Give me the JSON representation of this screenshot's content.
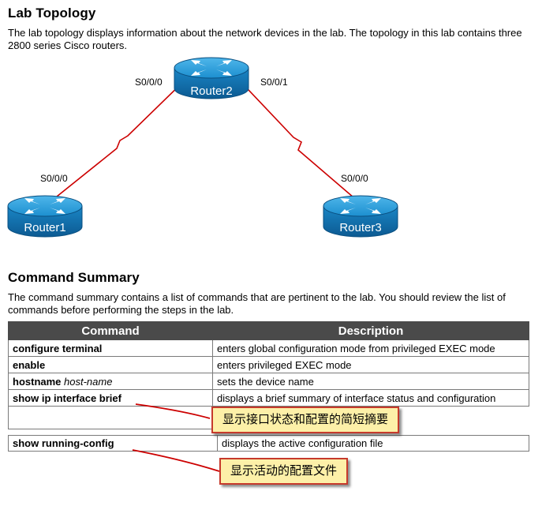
{
  "topology": {
    "heading": "Lab Topology",
    "description": "The lab topology displays information about the network devices in the lab. The topology in this lab contains three 2800 series Cisco routers.",
    "routers": [
      "Router1",
      "Router2",
      "Router3"
    ],
    "interfaces": {
      "r2_left": "S0/0/0",
      "r2_right": "S0/0/1",
      "r1": "S0/0/0",
      "r3": "S0/0/0"
    },
    "colors": {
      "router": "#1a8fd0",
      "link": "#cc0000"
    }
  },
  "summary": {
    "heading": "Command Summary",
    "description": "The command summary contains a list of commands that are pertinent to the lab. You should review the list of commands before performing the steps in the lab.",
    "headers": [
      "Command",
      "Description"
    ],
    "rows": [
      {
        "command": "configure terminal",
        "arg": "",
        "description": "enters global configuration mode from privileged EXEC mode"
      },
      {
        "command": "enable",
        "arg": "",
        "description": "enters privileged EXEC mode"
      },
      {
        "command": "hostname",
        "arg": "host-name",
        "description": "sets the device name"
      },
      {
        "command": "show ip interface brief",
        "arg": "",
        "description": "displays a brief summary of interface status and configuration"
      }
    ],
    "extra_row": {
      "command": "show running-config",
      "description": "displays the active configuration file"
    }
  },
  "callouts": {
    "interface_brief": "显示接口状态和配置的简短摘要",
    "running_config": "显示活动的配置文件"
  }
}
